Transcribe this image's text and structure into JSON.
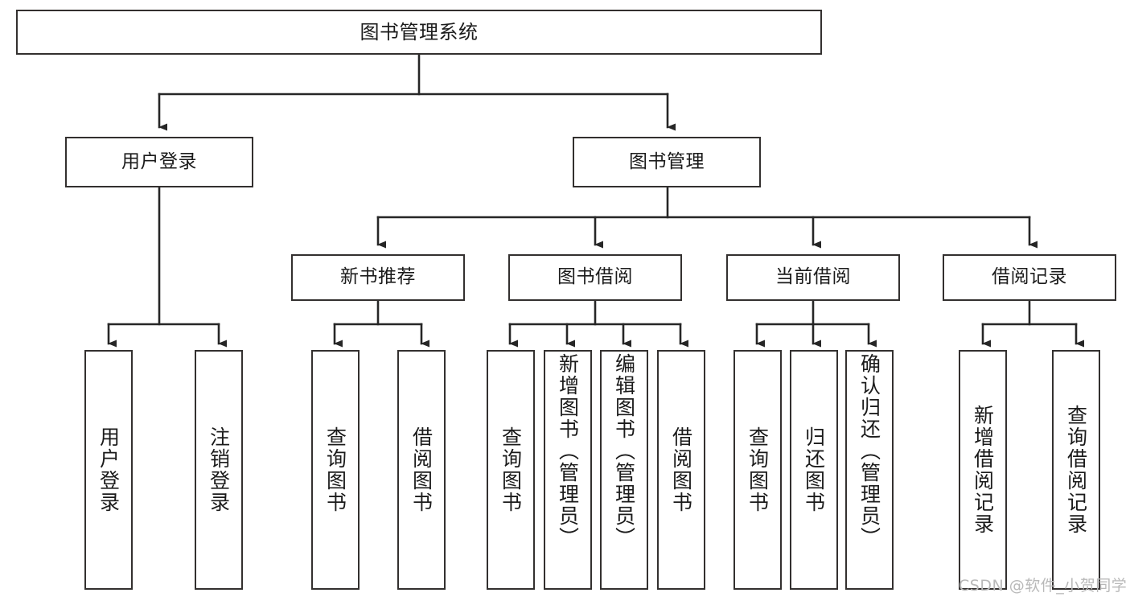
{
  "diagram": {
    "type": "tree-flowchart",
    "title": "图书管理系统",
    "theme": {
      "background": "#ffffff",
      "box_border": "#33302f",
      "box_fill": "#ffffff",
      "text": "#1b1b1b",
      "connector": "#262626",
      "watermark": "#b9b9b9"
    },
    "root": {
      "label": "图书管理系统"
    },
    "level2": [
      {
        "label": "用户登录"
      },
      {
        "label": "图书管理"
      }
    ],
    "level3": [
      {
        "label": "新书推荐"
      },
      {
        "label": "图书借阅"
      },
      {
        "label": "当前借阅"
      },
      {
        "label": "借阅记录"
      }
    ],
    "leaves": {
      "user_login": [
        {
          "label": "用户登录"
        },
        {
          "label": "注销登录"
        }
      ],
      "new_book": [
        {
          "label": "查询图书"
        },
        {
          "label": "借阅图书"
        }
      ],
      "book_borrow": [
        {
          "label": "查询图书"
        },
        {
          "label": "新增图书（管理员）"
        },
        {
          "label": "编辑图书（管理员）"
        },
        {
          "label": "借阅图书"
        }
      ],
      "current_borrow": [
        {
          "label": "查询图书"
        },
        {
          "label": "归还图书"
        },
        {
          "label": "确认归还（管理员）"
        }
      ],
      "borrow_record": [
        {
          "label": "新增借阅记录"
        },
        {
          "label": "查询借阅记录"
        }
      ]
    }
  },
  "watermark": {
    "text": "CSDN @软件_小贺同学"
  }
}
